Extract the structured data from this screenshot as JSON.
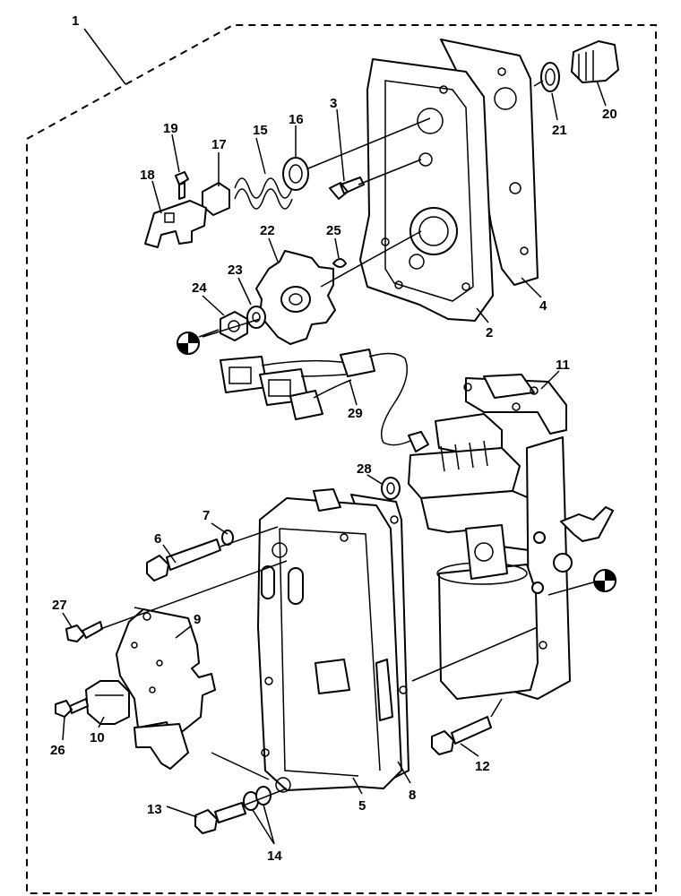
{
  "diagram": {
    "callouts": [
      {
        "id": "c1",
        "label": "1"
      },
      {
        "id": "c2",
        "label": "2"
      },
      {
        "id": "c3",
        "label": "3"
      },
      {
        "id": "c4",
        "label": "4"
      },
      {
        "id": "c5",
        "label": "5"
      },
      {
        "id": "c6",
        "label": "6"
      },
      {
        "id": "c7",
        "label": "7"
      },
      {
        "id": "c8",
        "label": "8"
      },
      {
        "id": "c9",
        "label": "9"
      },
      {
        "id": "c10",
        "label": "10"
      },
      {
        "id": "c11",
        "label": "11"
      },
      {
        "id": "c12",
        "label": "12"
      },
      {
        "id": "c13",
        "label": "13"
      },
      {
        "id": "c14",
        "label": "14"
      },
      {
        "id": "c15",
        "label": "15"
      },
      {
        "id": "c16",
        "label": "16"
      },
      {
        "id": "c17",
        "label": "17"
      },
      {
        "id": "c18",
        "label": "18"
      },
      {
        "id": "c19",
        "label": "19"
      },
      {
        "id": "c20",
        "label": "20"
      },
      {
        "id": "c21",
        "label": "21"
      },
      {
        "id": "c22",
        "label": "22"
      },
      {
        "id": "c23",
        "label": "23"
      },
      {
        "id": "c24",
        "label": "24"
      },
      {
        "id": "c25",
        "label": "25"
      },
      {
        "id": "c26",
        "label": "26"
      },
      {
        "id": "c27",
        "label": "27"
      },
      {
        "id": "c28",
        "label": "28"
      },
      {
        "id": "c29",
        "label": "29"
      }
    ],
    "colors": {
      "line": "#000000",
      "background": "#ffffff"
    }
  }
}
